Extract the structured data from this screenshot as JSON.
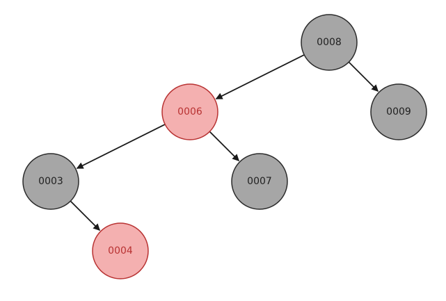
{
  "diagram": {
    "type": "binary-search-tree",
    "colors": {
      "black_node_fill": "#a6a6a6",
      "black_node_stroke": "#2b2b2b",
      "black_node_text": "#1f1f1f",
      "red_node_fill": "#f4b0b0",
      "red_node_stroke": "#b83232",
      "red_node_text": "#b83232",
      "edge": "#1a1a1a"
    },
    "nodes": [
      {
        "id": "n8",
        "label": "0008",
        "color": "black"
      },
      {
        "id": "n6",
        "label": "0006",
        "color": "red"
      },
      {
        "id": "n9",
        "label": "0009",
        "color": "black"
      },
      {
        "id": "n3",
        "label": "0003",
        "color": "black"
      },
      {
        "id": "n7",
        "label": "0007",
        "color": "black"
      },
      {
        "id": "n4",
        "label": "0004",
        "color": "red"
      }
    ],
    "edges": [
      {
        "from": "n8",
        "to": "n6"
      },
      {
        "from": "n8",
        "to": "n9"
      },
      {
        "from": "n6",
        "to": "n3"
      },
      {
        "from": "n6",
        "to": "n7"
      },
      {
        "from": "n3",
        "to": "n4"
      }
    ]
  }
}
